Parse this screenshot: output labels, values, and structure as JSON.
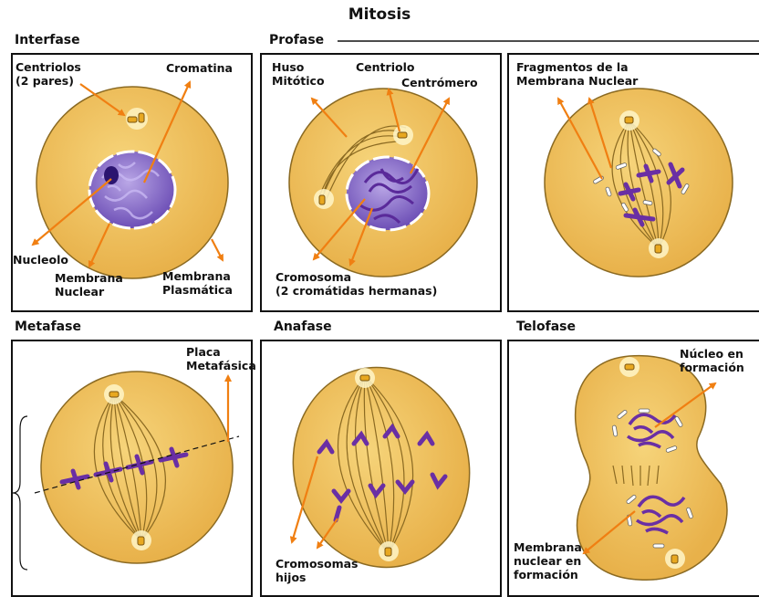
{
  "title": "Mitosis",
  "colors": {
    "arrow": "#f07f12",
    "cytoplasm": "#f2c45c",
    "chromosome": "#6a2fa4",
    "nucleus": "#8a6fc8"
  },
  "phases": {
    "interfase": "Interfase",
    "profase": "Profase",
    "metafase": "Metafase",
    "anafase": "Anafase",
    "telofase": "Telofase"
  },
  "labels": {
    "centriolos_line1": "Centriolos",
    "centriolos_line2": "(2 pares)",
    "cromatina": "Cromatina",
    "nucleolo": "Nucleolo",
    "membrana_nuclear_line1": "Membrana",
    "membrana_nuclear_line2": "Nuclear",
    "membrana_plasmatica_line1": "Membrana",
    "membrana_plasmatica_line2": "Plasmática",
    "huso_line1": "Huso",
    "huso_line2": "Mitótico",
    "centriolo": "Centriolo",
    "centromero": "Centrómero",
    "cromosoma_line1": "Cromosoma",
    "cromosoma_line2": "(2 cromátidas hermanas)",
    "fragmentos_line1": "Fragmentos de la",
    "fragmentos_line2": "Membrana Nuclear",
    "placa_line1": "Placa",
    "placa_line2": "Metafásica",
    "cromosomas_hijos_line1": "Cromosomas",
    "cromosomas_hijos_line2": "hijos",
    "nucleo_formacion_line1": "Núcleo en",
    "nucleo_formacion_line2": "formación",
    "membrana_nuc_form_line1": "Membrana",
    "membrana_nuc_form_line2": "nuclear en",
    "membrana_nuc_form_line3": "formación"
  }
}
